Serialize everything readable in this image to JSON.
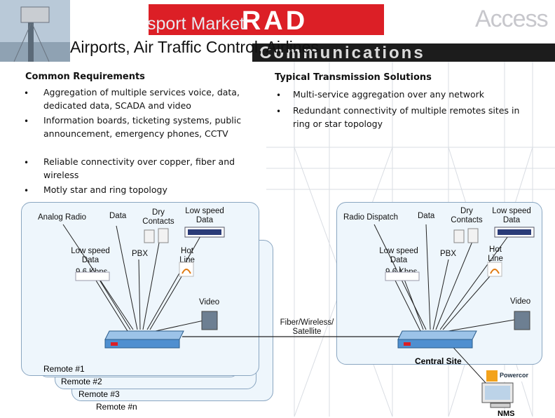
{
  "header": {
    "title_line1": "sport Market",
    "title_line2": "Airports, Air Traffic Control, Airlines",
    "logo_text": "RAD",
    "product_text": "Access",
    "band_text": "Communications"
  },
  "left_column": {
    "heading": "Common Requirements",
    "items": [
      "Aggregation of multiple services voice, data, dedicated data, SCADA and video",
      "Information boards, ticketing systems, public announcement, emergency phones, CCTV",
      "Reliable connectivity over copper, fiber and wireless",
      "Motly star and ring topology"
    ]
  },
  "right_column": {
    "heading": "Typical Transmission Solutions",
    "items": [
      "Multi-service aggregation over any network",
      "Redundant connectivity of multiple remotes sites in ring or star topology"
    ]
  },
  "diagram": {
    "left": {
      "analog_radio": "Analog Radio",
      "data": "Data",
      "dry_contacts": "Dry Contacts",
      "low_speed_data_top": "Low speed Data",
      "low_speed_data": "Low speed Data",
      "pbx": "PBX",
      "hot_line": "Hot Line",
      "kbps": "9.6 Kbps",
      "video": "Video"
    },
    "right": {
      "radio_dispatch": "Radio Dispatch",
      "data": "Data",
      "dry_contacts": "Dry Contacts",
      "low_speed_data_top": "Low speed Data",
      "low_speed_data": "Low speed Data",
      "pbx": "PBX",
      "hot_line": "Hot Line",
      "kbps": "9.6 Kbps",
      "video": "Video"
    },
    "link_label": "Fiber/Wireless/ Satellite",
    "central_site": "Central Site",
    "nms": "NMS",
    "powercor": "Powercor",
    "remotes": [
      "Remote #1",
      "Remote #2",
      "Remote #3",
      "Remote #n"
    ]
  },
  "colors": {
    "brand_red": "#dc1f26",
    "panel_fill": "#eef6fc",
    "panel_border": "#8aa6c1",
    "device_blue": "#4f8fd0"
  }
}
